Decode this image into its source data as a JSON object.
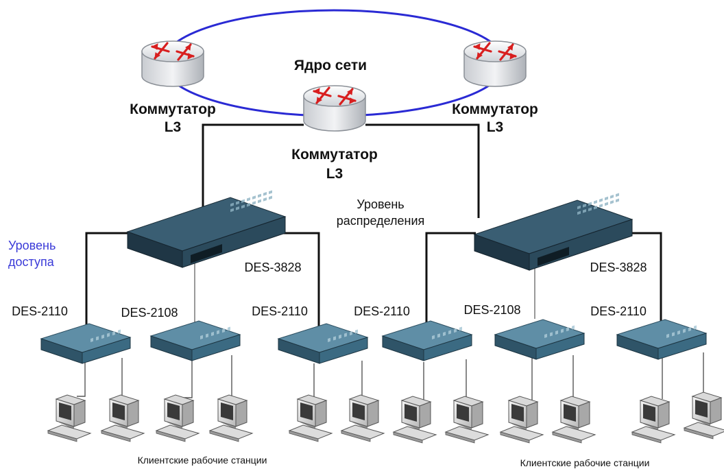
{
  "core": {
    "title": "Ядро сети",
    "router_label_line1": "Коммутатор",
    "router_label_line2": "L3"
  },
  "levels": {
    "distribution_line1": "Уровень",
    "distribution_line2": "распределения",
    "access_line1": "Уровень",
    "access_line2": "доступа"
  },
  "distribution_switches": [
    "DES-3828",
    "DES-3828"
  ],
  "access_switches": [
    "DES-2110",
    "DES-2108",
    "DES-2110",
    "DES-2110",
    "DES-2108",
    "DES-2110"
  ],
  "workstations_label": "Клиентские рабочие станции",
  "colors": {
    "ring": "#2a2ad4",
    "access_level_text": "#3a3ad8",
    "router_arrows": "#d81f1f",
    "switch_body": "#2b4a5c"
  }
}
